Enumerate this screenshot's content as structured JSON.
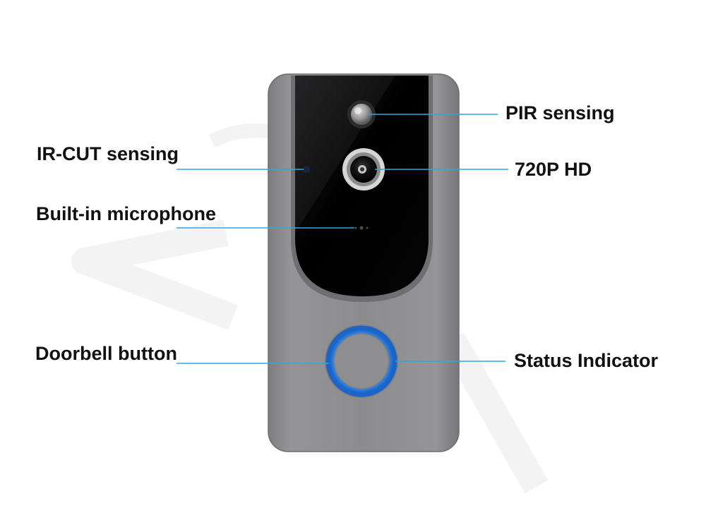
{
  "labels": {
    "pir": "PIR sensing",
    "hd": "720P HD",
    "ircut": "IR-CUT sensing",
    "mic": "Built-in microphone",
    "bell": "Doorbell button",
    "status": "Status Indicator"
  },
  "colors": {
    "leader_line": "#2fa8de",
    "body": "#8a8a8c",
    "panel": "#000000",
    "ring": "#2a86e0",
    "label_text": "#111111"
  }
}
